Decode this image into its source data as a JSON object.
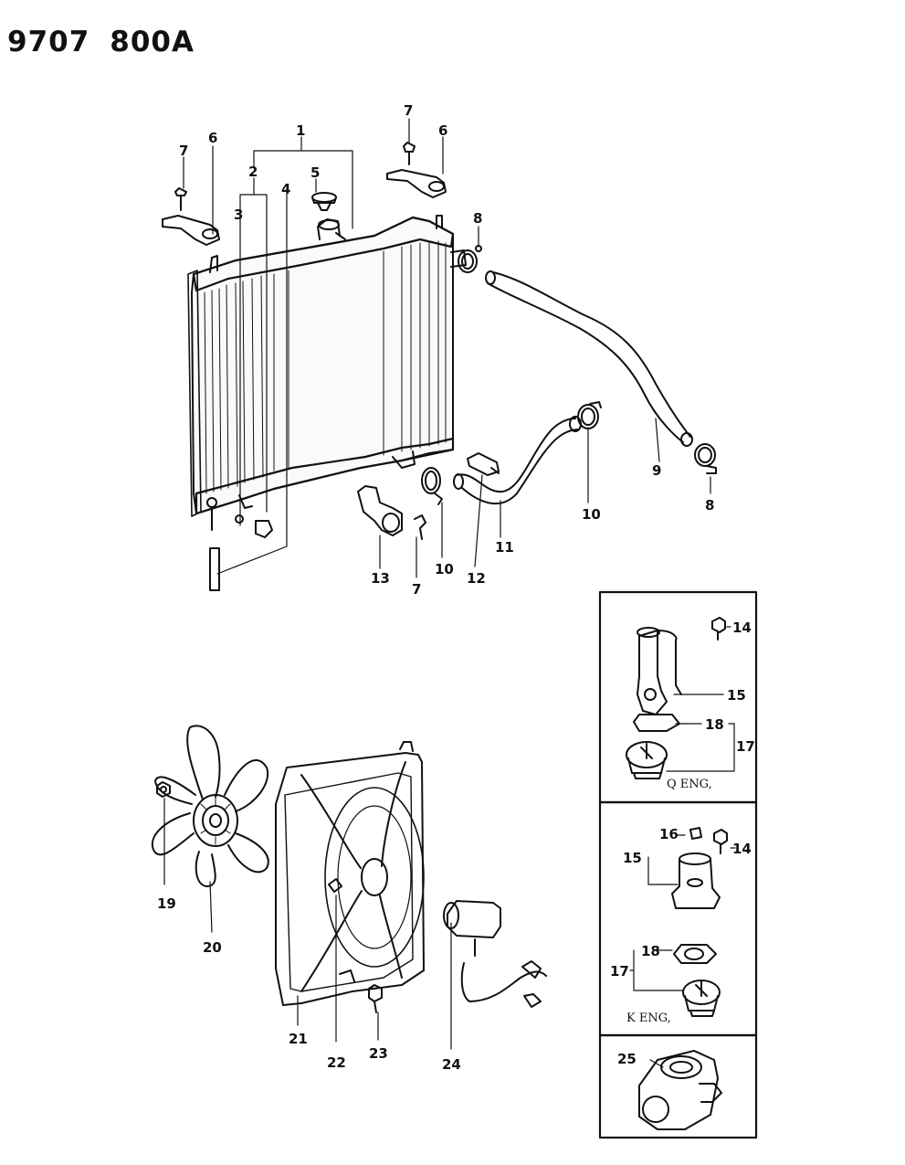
{
  "header": {
    "code1": "9707",
    "code2": "800A"
  },
  "callouts": {
    "c1": "1",
    "c2": "2",
    "c3": "3",
    "c4": "4",
    "c5": "5",
    "c6a": "6",
    "c6b": "6",
    "c7a": "7",
    "c7b": "7",
    "c7c": "7",
    "c8a": "8",
    "c8b": "8",
    "c9": "9",
    "c10a": "10",
    "c10b": "10",
    "c11": "11",
    "c12": "12",
    "c13": "13",
    "c14a": "14",
    "c14b": "14",
    "c15a": "15",
    "c15b": "15",
    "c16": "16",
    "c17a": "17",
    "c17b": "17",
    "c18a": "18",
    "c18b": "18",
    "c19": "19",
    "c20": "20",
    "c21": "21",
    "c22": "22",
    "c23": "23",
    "c24": "24",
    "c25": "25"
  },
  "inset_labels": {
    "q_engine": "Q ENG,",
    "k_engine": "K ENG,"
  }
}
